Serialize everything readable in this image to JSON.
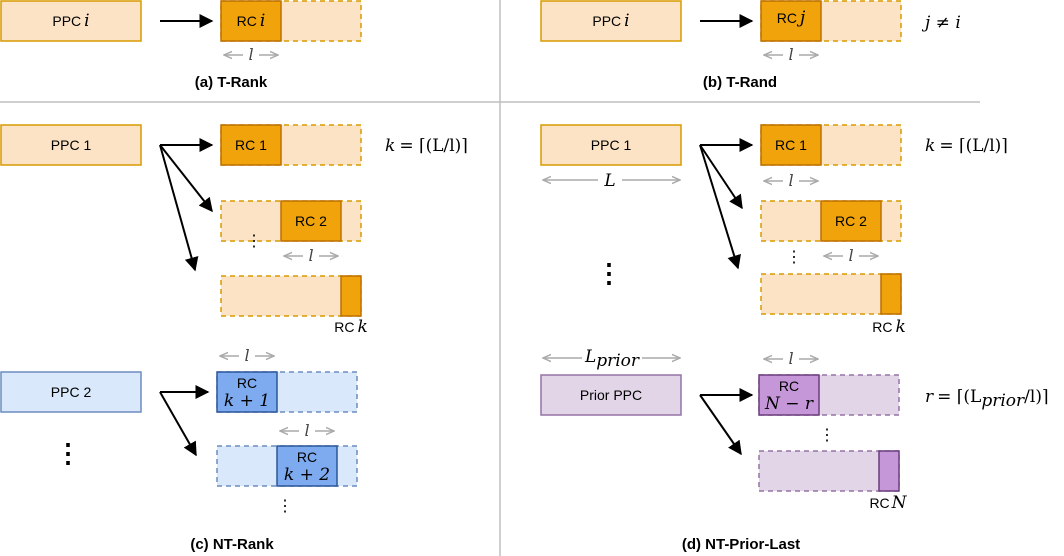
{
  "colors": {
    "orange_fill": "#fce3c5",
    "orange_stroke": "#d79b00",
    "orange_dark": "#f0a30a",
    "orange_dark_stroke": "#bd7000",
    "blue_fill": "#dae8fc",
    "blue_stroke": "#6c8ebf",
    "blue_dark": "#7eaaf0",
    "blue_dark_stroke": "#2b5797",
    "purple_fill": "#e1d5e7",
    "purple_stroke": "#9673a6",
    "purple_dark": "#c597d8",
    "purple_dark_stroke": "#6b3d7d",
    "divider": "#bfbfbf",
    "measure": "#aaaaaa"
  },
  "a": {
    "ppc": "PPC",
    "ppc_var": "i",
    "rc": "RC",
    "rc_var": "i",
    "len": "l",
    "caption": "(a) T-Rank"
  },
  "b": {
    "ppc": "PPC",
    "ppc_var": "i",
    "rc": "RC",
    "rc_var": "j",
    "len": "l",
    "cond": "j ≠ i",
    "caption": "(b) T-Rand"
  },
  "c": {
    "ppc1": "PPC 1",
    "rc1": "RC 1",
    "rc2": "RC 2",
    "rck": "RC",
    "rck_var": "k",
    "ppc2": "PPC 2",
    "rc_k1_line1": "RC",
    "rc_k1_line2": "k + 1",
    "rc_k2_line1": "RC",
    "rc_k2_line2": "k + 2",
    "len": "l",
    "formula_lhs": "k",
    "formula_rhs": "= ⌈(L/l)⌉",
    "caption": "(c) NT-Rank"
  },
  "d": {
    "ppc1": "PPC 1",
    "L": "L",
    "rc1": "RC 1",
    "rc2": "RC 2",
    "rck": "RC",
    "rck_var": "k",
    "L_prior": "L",
    "L_prior_sub": "prior",
    "prior_ppc": "Prior PPC",
    "rc_nr_line1": "RC",
    "rc_nr_line2": "N − r",
    "rcN": "RC",
    "rcN_var": "N",
    "len": "l",
    "formula_k_lhs": "k",
    "formula_k_rhs": "= ⌈(L/l)⌉",
    "formula_r_lhs": "r",
    "formula_r_rhs": "= ⌈(L",
    "formula_r_sub": "prior",
    "formula_r_tail": "/l)⌉",
    "caption": "(d) NT-Prior-Last"
  }
}
